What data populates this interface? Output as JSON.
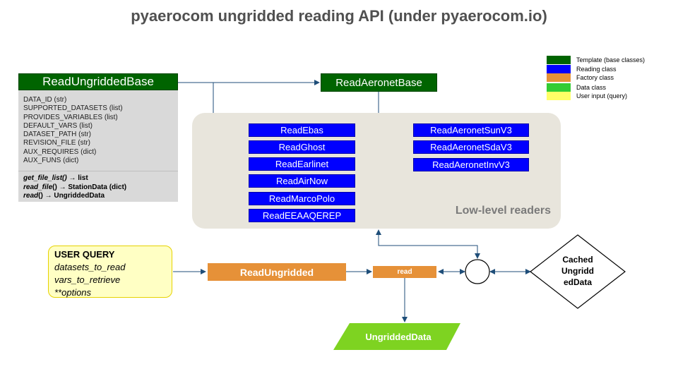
{
  "title": "pyaerocom ungridded reading API (under pyaerocom.io)",
  "legend": [
    {
      "label": "Template (base classes)",
      "color": "#006400"
    },
    {
      "label": "Reading class",
      "color": "#0000ff"
    },
    {
      "label": "Factory class",
      "color": "#e69138"
    },
    {
      "label": "Data class",
      "color": "#33cc33"
    },
    {
      "label": "User input (query)",
      "color": "#ffff66"
    }
  ],
  "read_ungridded_base": {
    "name": "ReadUngriddedBase",
    "attributes": [
      "DATA_ID (str)",
      "SUPPORTED_DATASETS (list)",
      "PROVIDES_VARIABLES (list)",
      "DEFAULT_VARS (list)",
      "DATASET_PATH (str)",
      "REVISION_FILE (str)",
      "AUX_REQUIRES (dict)",
      "AUX_FUNS (dict)"
    ],
    "methods": [
      {
        "name": "get_file_list()",
        "rest": " → list"
      },
      {
        "name": "read_file",
        "rest": "() → StationData (dict)"
      },
      {
        "name": "read",
        "rest": "() → UngriddedData"
      }
    ]
  },
  "read_aeronet_base": {
    "name": "ReadAeronetBase"
  },
  "low_level_label": "Low-level readers",
  "readers_left": [
    "ReadEbas",
    "ReadGhost",
    "ReadEarlinet",
    "ReadAirNow",
    "ReadMarcoPolo",
    "ReadEEAAQEREP"
  ],
  "readers_right": [
    "ReadAeronetSunV3",
    "ReadAeronetSdaV3",
    "ReadAeronetInvV3"
  ],
  "user_query": {
    "title": "USER QUERY",
    "lines": [
      "datasets_to_read",
      "vars_to_retrieve",
      "**options"
    ]
  },
  "read_ungridded": {
    "name": "ReadUngridded"
  },
  "read_method": {
    "name": "read"
  },
  "cached": {
    "lines": [
      "Cached",
      "Ungridd",
      "edData"
    ]
  },
  "ungridded_data": {
    "name": "UngriddedData"
  },
  "colors": {
    "line": "#1f4e79",
    "template": "#006400",
    "reading": "#0000ff",
    "factory": "#e69138",
    "data": "#7ed321",
    "panel": "#e8e5dc"
  }
}
